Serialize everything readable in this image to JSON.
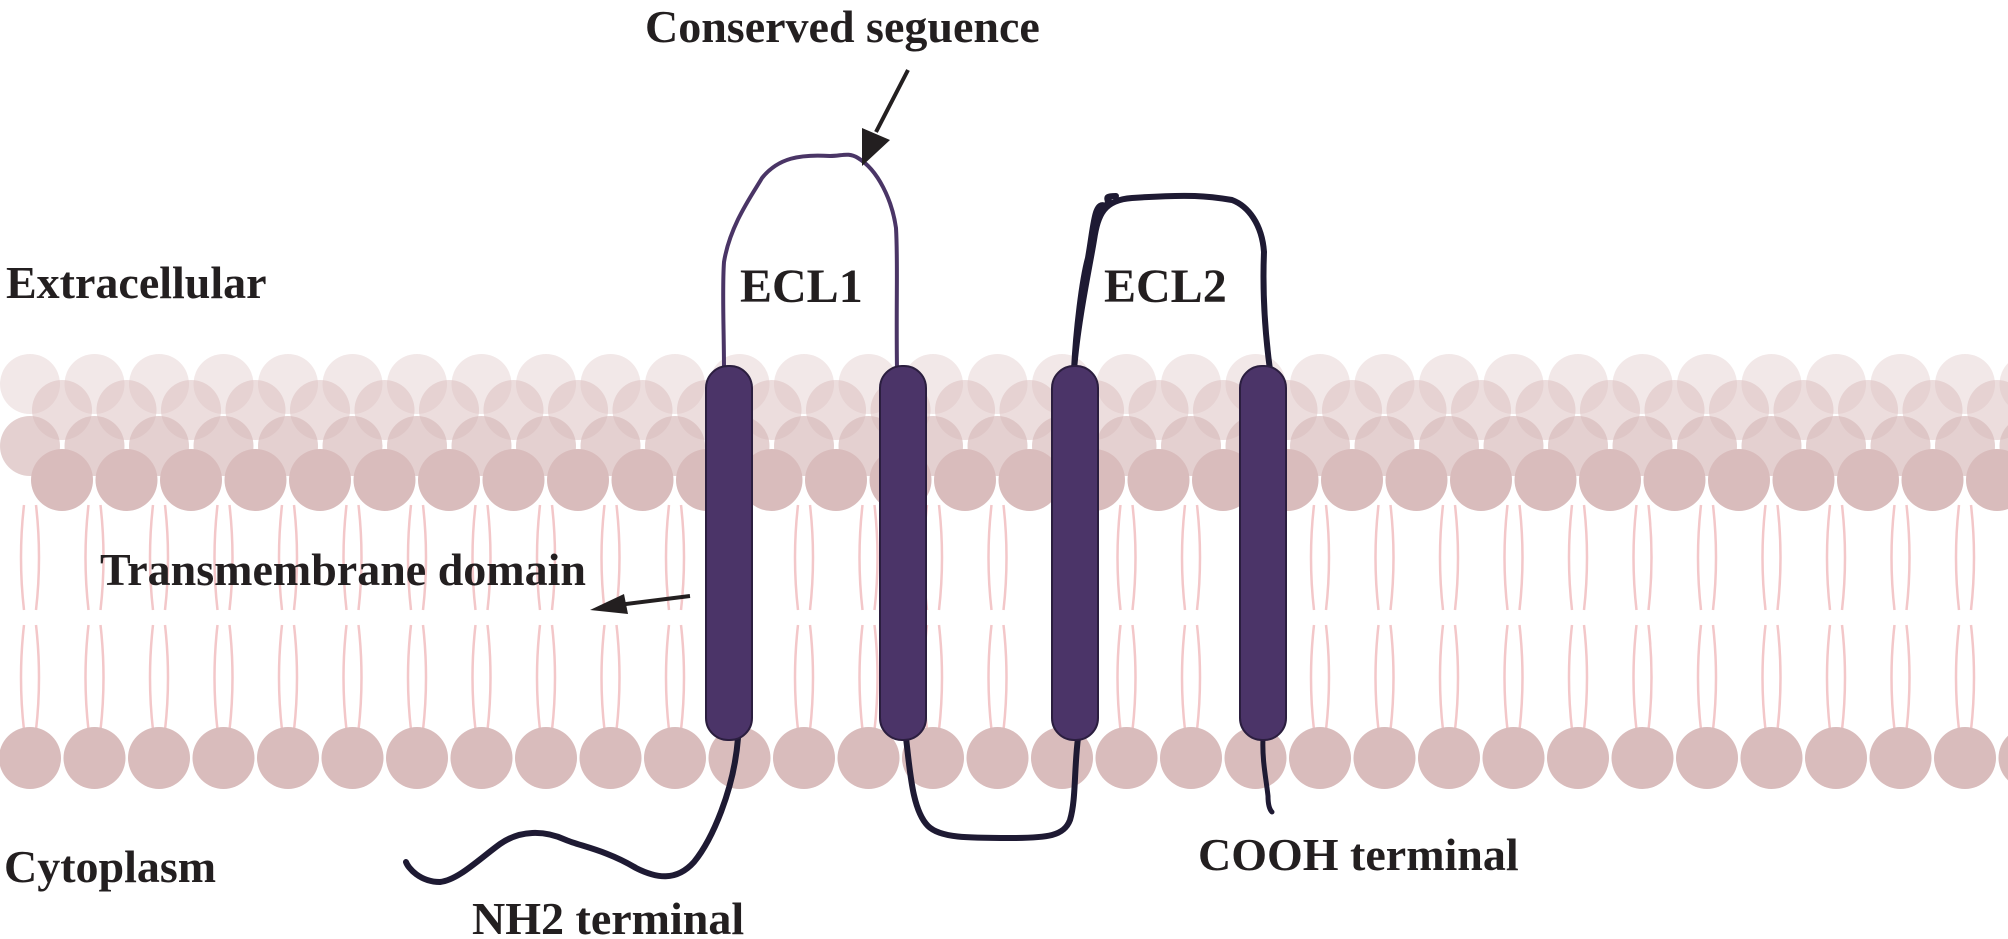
{
  "labels": {
    "conserved": "Conserved seguence",
    "extracellular": "Extracellular",
    "ecl1": "ECL1",
    "ecl2": "ECL2",
    "transmembrane": "Transmembrane domain",
    "cytoplasm": "Cytoplasm",
    "nh2": "NH2 terminal",
    "cooh": "COOH terminal"
  },
  "colors": {
    "helix": "#4b3468",
    "loop_dark": "#1e1a33",
    "loop_ecl1": "#4a3566",
    "lipid_head": "#d9bcbc",
    "lipid_tail": "#f3c7c9",
    "label": "#231f20"
  }
}
